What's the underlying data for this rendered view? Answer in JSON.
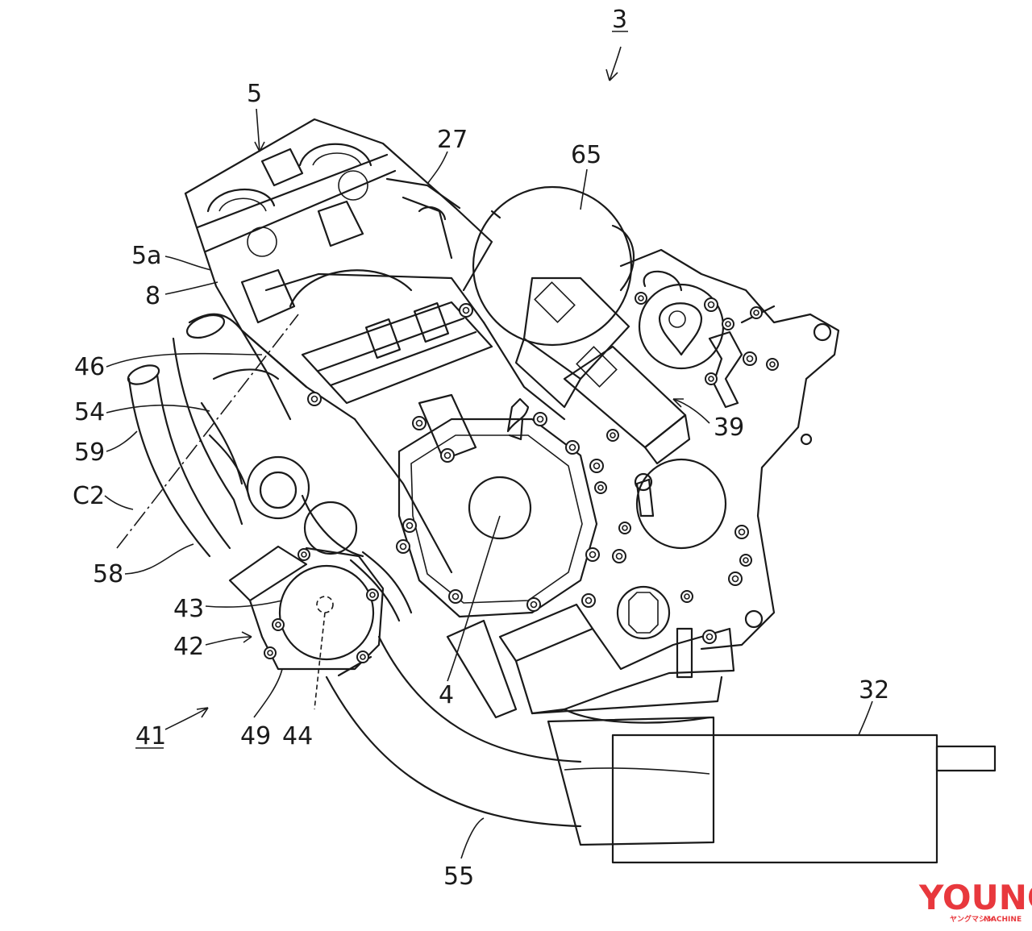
{
  "labels": {
    "l3": "3",
    "l5": "5",
    "l27": "27",
    "l65": "65",
    "l5a": "5a",
    "l8": "8",
    "l46": "46",
    "l54": "54",
    "l59": "59",
    "lC2": "C2",
    "l58": "58",
    "l43": "43",
    "l42": "42",
    "l41": "41",
    "l49": "49",
    "l44": "44",
    "l4": "4",
    "l39": "39",
    "l32": "32",
    "l55": "55"
  },
  "watermark": {
    "main": "YOUNG",
    "sub_left": "ヤングマシン",
    "sub_right": "MACHINE"
  },
  "colors": {
    "line": "#1a1a1a",
    "background": "#ffffff",
    "watermark": "#e8383d"
  }
}
